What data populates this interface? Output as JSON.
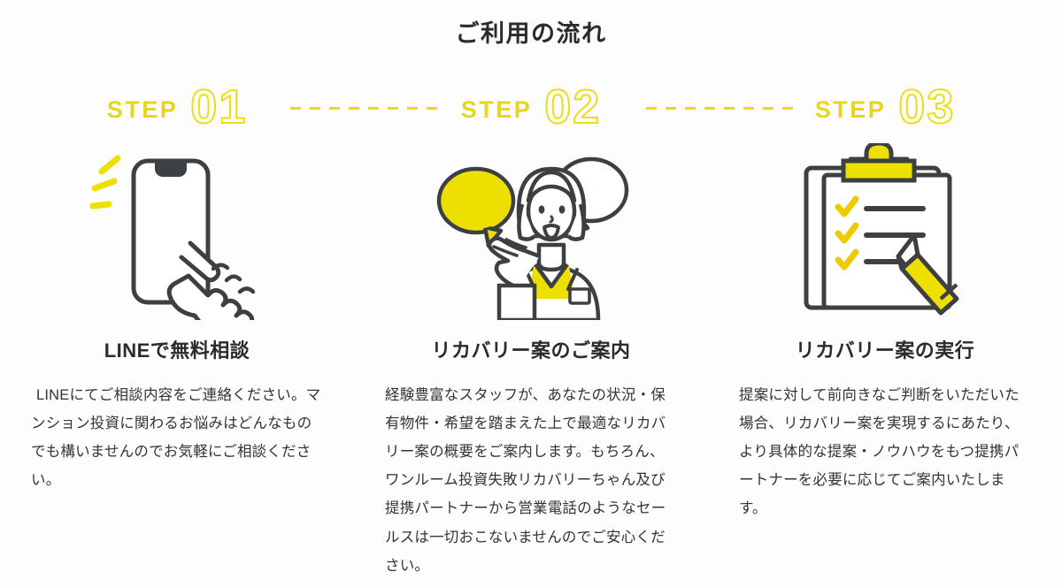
{
  "section": {
    "title": "ご利用の流れ"
  },
  "colors": {
    "accent_yellow": "#EDDF00",
    "step_yellow": "#E8D520",
    "outline_dark": "#3C4043",
    "text_dark": "#2B2B2F",
    "body_text": "#333338",
    "background": "#FDFDFD"
  },
  "steps": [
    {
      "badge_word": "STEP",
      "badge_number": "01",
      "illustration": "smartphone-tap",
      "title": "LINEで無料相談",
      "body": "LINEにてご相談内容をご連絡ください。マンション投資に関わるお悩みはどんなものでも構いませんのでお気軽にご相談ください。"
    },
    {
      "badge_word": "STEP",
      "badge_number": "02",
      "illustration": "staff-speech-bubbles",
      "title": "リカバリー案のご案内",
      "body": "経験豊富なスタッフが、あなたの状況・保有物件・希望を踏まえた上で最適なリカバリー案の概要をご案内します。もちろん、ワンルーム投資失敗リカバリーちゃん及び提携パートナーから営業電話のようなセールスは一切おこないませんのでご安心ください。"
    },
    {
      "badge_word": "STEP",
      "badge_number": "03",
      "illustration": "clipboard-checklist-pencil",
      "title": "リカバリー案の実行",
      "body": "提案に対して前向きなご判断をいただいた場合、リカバリー案を実現するにあたり、より具体的な提案・ノウハウをもつ提携パートナーを必要に応じてご案内いたします。"
    }
  ],
  "connectors": [
    {
      "name": "dashed-connector-1-2",
      "style": "dashed"
    },
    {
      "name": "dashed-connector-2-3",
      "style": "dashed"
    }
  ]
}
